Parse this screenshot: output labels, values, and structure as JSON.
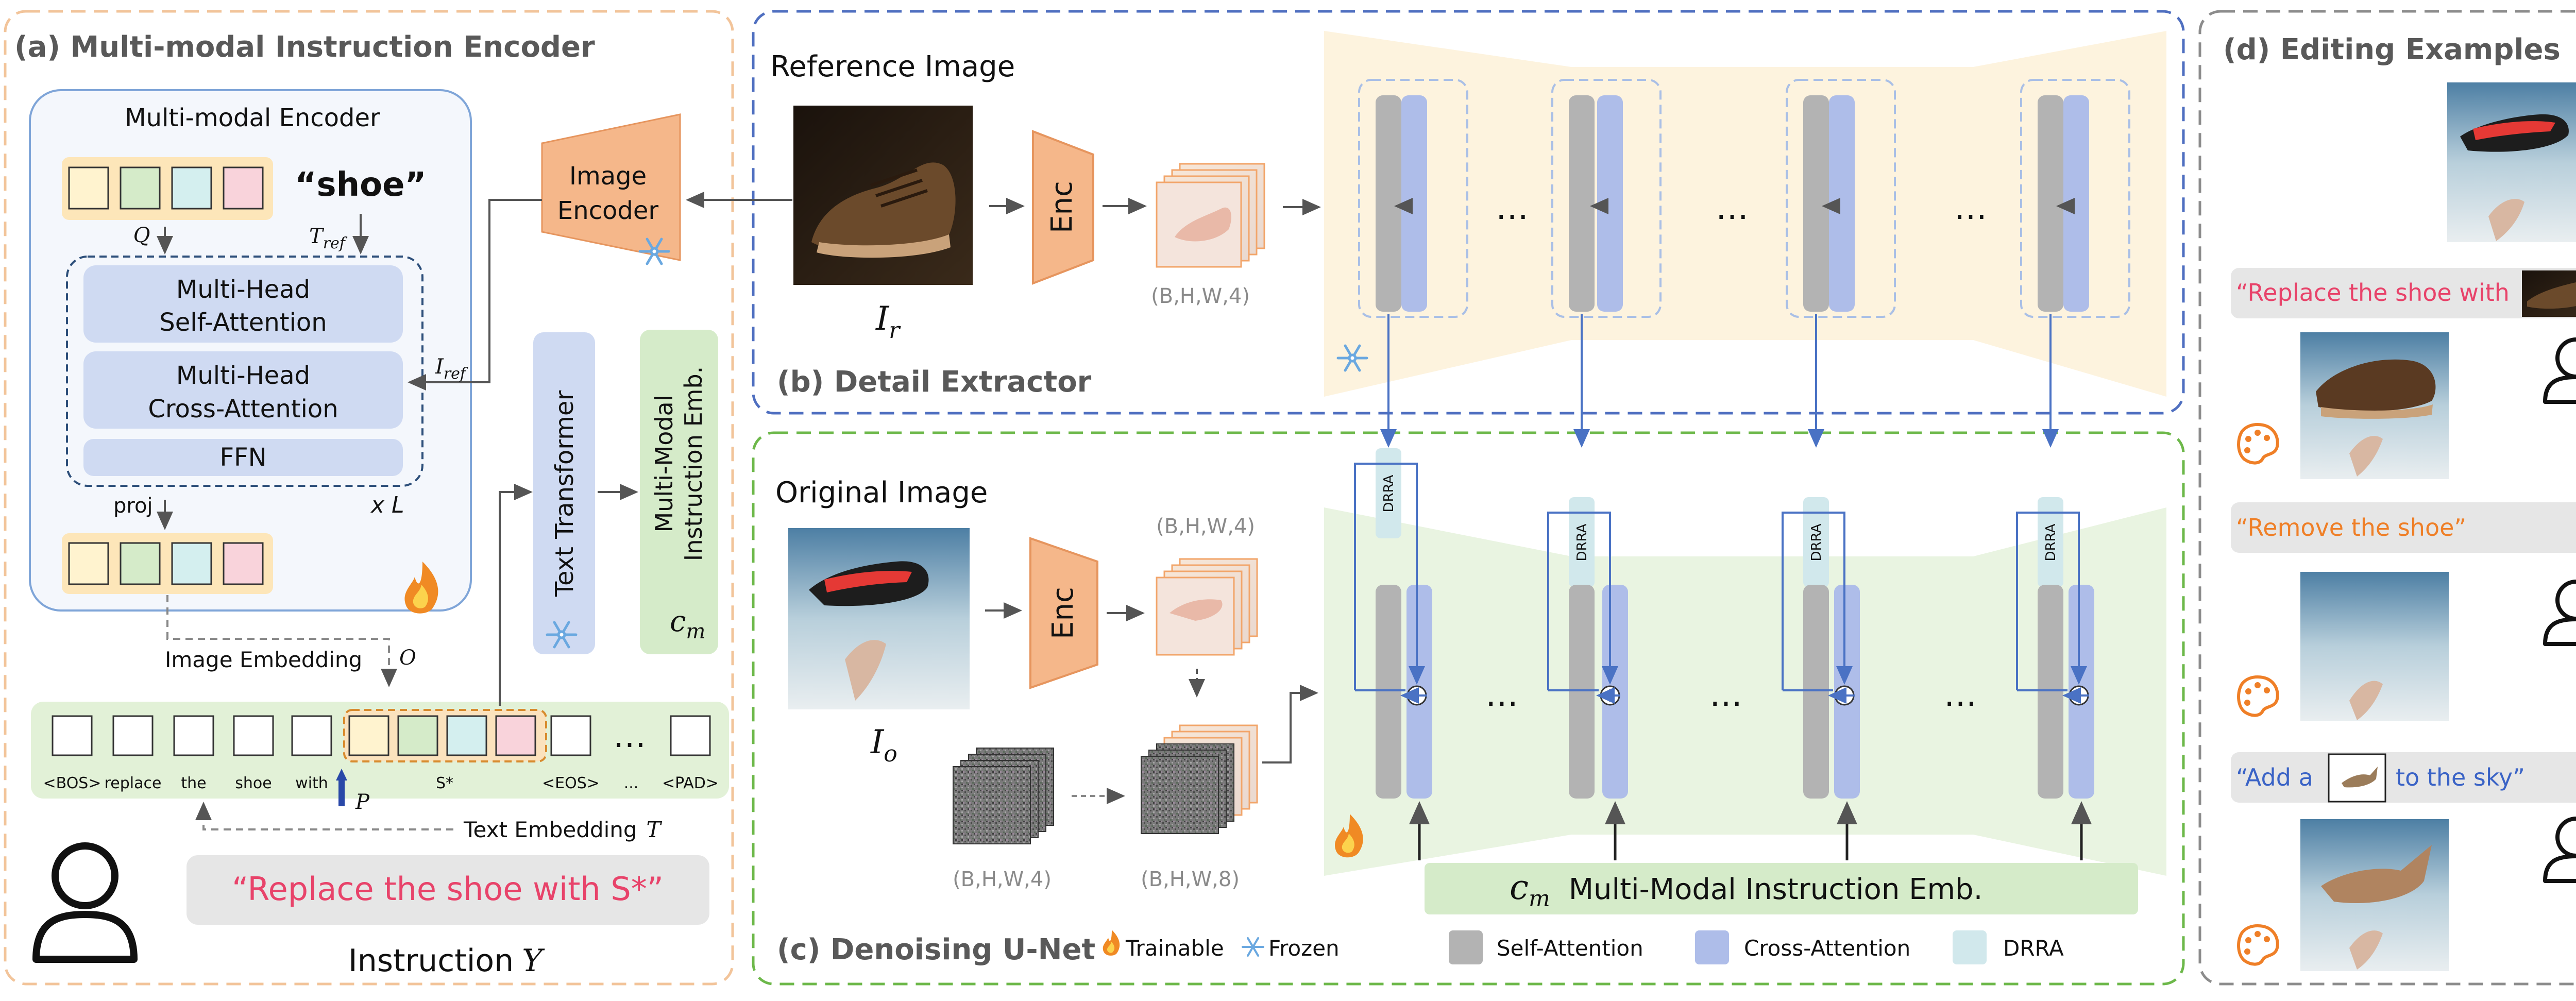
{
  "panels": {
    "a": {
      "title": "(a) Multi-modal Instruction Encoder"
    },
    "b": {
      "title": "(b) Detail Extractor"
    },
    "c": {
      "title": "(c) Denoising U-Net"
    },
    "d": {
      "title": "(d) Editing Examples"
    }
  },
  "encoder": {
    "title": "Multi-modal Encoder",
    "word": "“shoe”",
    "q_label": "Q",
    "t_ref": "T",
    "t_ref_sub": "ref",
    "i_ref": "I",
    "i_ref_sub": "ref",
    "blocks": [
      "Multi-Head",
      "Self-Attention",
      "Multi-Head",
      "Cross-Attention",
      "FFN"
    ],
    "repeat": "x L",
    "proj": "proj",
    "image_embedding": "Image Embedding",
    "o_label": "O",
    "image_encoder": [
      "Image",
      "Encoder"
    ],
    "text_transformer": "Text Transformer",
    "mm_emb": [
      "Multi-Modal",
      "Instruction Emb."
    ],
    "cm": "c",
    "cm_sub": "m"
  },
  "tokens": [
    "<BOS>",
    "replace",
    "the",
    "shoe",
    "with",
    "S*",
    "<EOS>",
    "...",
    "<PAD>"
  ],
  "token_ellipsis": "…",
  "p_label": "P",
  "text_embedding": "Text Embedding",
  "t_label": "T",
  "instruction_text": "“Replace the  shoe with S*”",
  "instruction_label": "Instruction",
  "instruction_var": "Y",
  "detail": {
    "reference_image": "Reference Image",
    "ir": "I",
    "ir_sub": "r",
    "enc": "Enc",
    "shape": "(B,H,W,4)",
    "dots": "…"
  },
  "denoise": {
    "original_image": "Original Image",
    "io": "I",
    "io_sub": "o",
    "enc": "Enc",
    "shape_top": "(B,H,W,4)",
    "shape_noise": "(B,H,W,4)",
    "shape_concat": "(B,H,W,8)",
    "drra": "DRRA",
    "dots": "…",
    "cm_bar_label": "Multi-Modal Instruction Emb.",
    "cm": "c",
    "cm_sub": "m"
  },
  "legend": {
    "trainable": "Trainable",
    "frozen": "Frozen",
    "self_attention": "Self-Attention",
    "cross_attention": "Cross-Attention",
    "drra": "DRRA"
  },
  "examples": {
    "ex1_prefix": "“Replace the  shoe with",
    "ex1_suffix": "”",
    "ex2": "“Remove the shoe”",
    "ex3_prefix": "“Add a",
    "ex3_suffix": "to the sky”"
  },
  "colors": {
    "panel_a_border": "#f2c49a",
    "panel_b_border": "#4f6fc0",
    "panel_c_border": "#6db84a",
    "panel_d_border": "#8c8c8c",
    "encoder_fill": "#f4f7fc",
    "block_fill": "#cfdaf2",
    "enc_orange": "#f5b78a",
    "self_attention_gray": "#b3b3b3",
    "cross_attention_blue": "#aebde9",
    "drra_teal": "#d1e8ec",
    "instruction_red": "#e8436a",
    "remove_orange": "#ef7f27",
    "add_blue": "#3a63c6",
    "token_yellow": "#fde6b9",
    "token_green": "#d5ebc9",
    "token_teal": "#d4efef",
    "token_pink": "#f9d3db"
  }
}
